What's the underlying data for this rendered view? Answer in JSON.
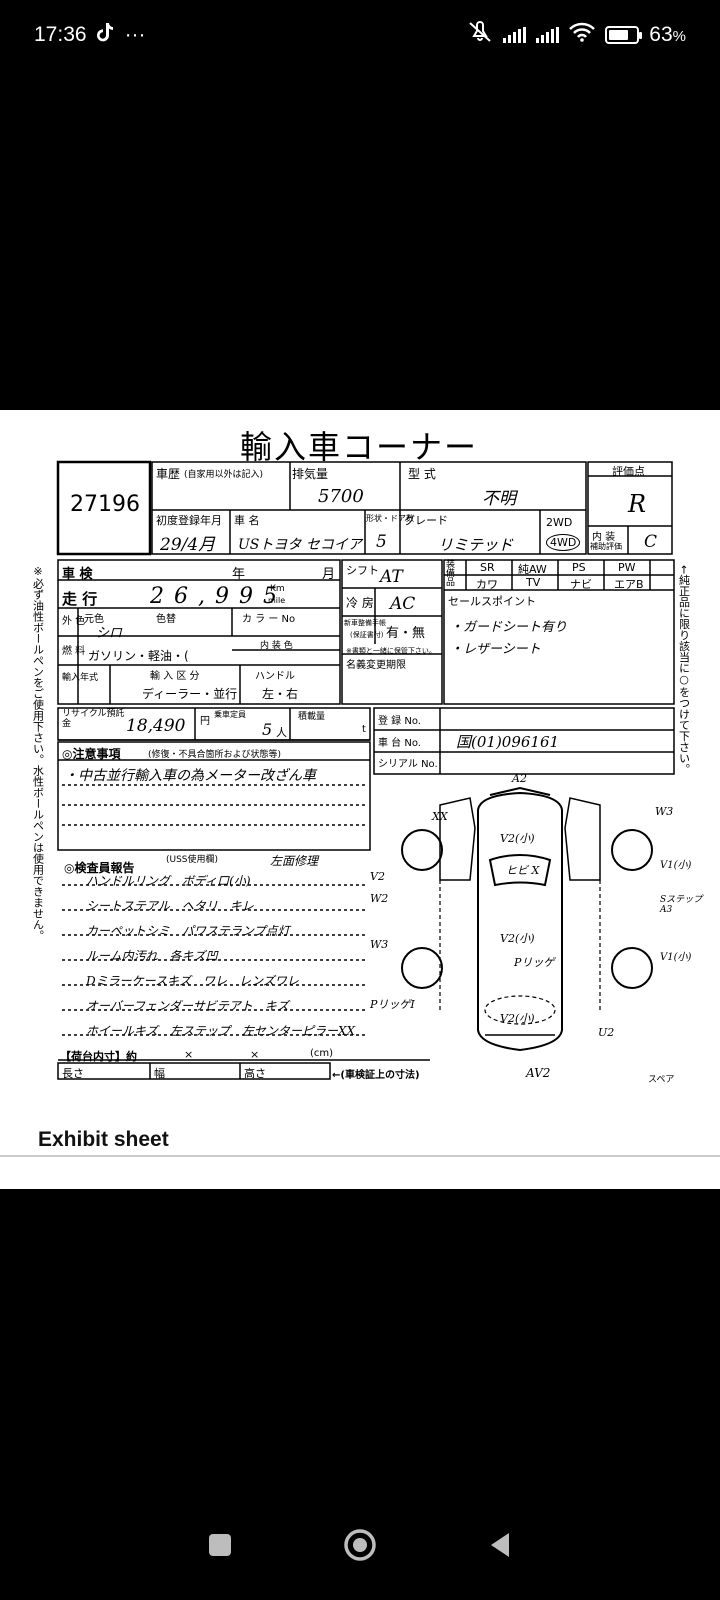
{
  "status_bar": {
    "time": "17:36",
    "dots": "···",
    "battery_percent": "63",
    "battery_suffix": "%"
  },
  "sheet": {
    "title": "輸入車コーナー",
    "lot_number": "27196",
    "labels": {
      "history": "車歴",
      "history_note": "(自家用以外は記入)",
      "displacement": "排気量",
      "model": "型 式",
      "grade_label": "評価点",
      "first_reg": "初度登録年月",
      "car_name": "車 名",
      "doors": "形状・ドア数",
      "grade": "グレード",
      "twowd": "2WD",
      "interior": "内 装",
      "aux": "補助評価",
      "inspection": "車 検",
      "year": "年",
      "month": "月",
      "mileage": "走 行",
      "km": "Km",
      "mile": "mile",
      "shift": "シフト",
      "ac": "冷 房",
      "equip": "装 備 品",
      "ext_color": "外 色",
      "orig_color": "元色",
      "color_change": "色替",
      "color_no": "カ ラ ー No",
      "fuel": "燃 料",
      "fuel_opts": "ガソリン・軽油・(",
      "int_color": "内 装 色",
      "import": "輸入年式",
      "import_kbn": "輸 入 区 分",
      "handle": "ハンドル",
      "dealer": "ディーラー・並行",
      "lr": "左・右",
      "newcar_manual": "新車整備手帳",
      "warranty": "(保証書付)",
      "yes_no": "有・無",
      "warranty_note": "※書類と一緒に保管下さい。",
      "name_change": "名義変更期限",
      "sales_point": "セールスポイント",
      "recycle": "リサイクル預託金",
      "yen": "円",
      "capacity": "乗車定員",
      "person": "人",
      "load": "積載量",
      "t": "t",
      "reg_no": "登 録 No.",
      "chassis_no": "車 台 No.",
      "serial_no": "シリアル No.",
      "caution": "◎注意事項",
      "caution_note": "(修復・不具合箇所および状態等)",
      "inspector": "◎検査員報告",
      "inspector_note": "(USS使用欄)",
      "cargo": "【荷台内寸】約",
      "cargo_x1": "×",
      "cargo_x2": "×",
      "cargo_cm": "(cm)",
      "length": "長さ",
      "width": "幅",
      "height": "高さ",
      "dims_note": "←(車検証上の寸法)",
      "left_note": "※必ず油性ボールペンをご使用下さい。水性ボールペンは使用できません。",
      "right_note": "←純正品に限り該当に○をつけて下さい。",
      "options": [
        "SR",
        "純AW",
        "PS",
        "PW",
        "カワ",
        "TV",
        "ナビ",
        "エアB"
      ]
    },
    "values": {
      "displacement": "5700",
      "model": "不明",
      "grade_score": "R",
      "first_reg": "29/4月",
      "car_name": "USトヨタ セコイア",
      "doors": "5",
      "grade": "リミテッド",
      "drive": "4WD",
      "interior_score": "C",
      "mileage": "26,995",
      "shift": "AT",
      "ac": "AC",
      "orig_color": "シロ",
      "recycle": "18,490",
      "capacity": "5",
      "chassis": "国(01)096161",
      "sales_points": [
        "・ガードシート有り",
        "・レザーシート"
      ],
      "caution_text": "・中古並行輸入車の為メーター改ざん車",
      "inspector_lines": [
        "左面修理",
        "ハンドルリング　ボディ口(小)",
        "シートステアル　ヘタリ　キレ",
        "カーペットシミ　パワステランプ点灯",
        "ルーム内汚れ　各キズ凹",
        "Dミラーケースキズ　ワレ　レンズワレ",
        "オーバーフェンダーサビテアト　キズ",
        "ホイールキズ　左ステップ　左センターピラーXX"
      ],
      "diagram_marks": [
        "A2",
        "W3",
        "XX",
        "V2(小)",
        "ヒビ X",
        "V1(小)",
        "Sステップ A3",
        "V2",
        "W2",
        "W3",
        "V2(小)",
        "Pリッゲ",
        "V1(小)",
        "PリッゲI",
        "V2(小)",
        "U2",
        "スペア",
        "AV2"
      ]
    }
  },
  "caption": "Exhibit sheet"
}
